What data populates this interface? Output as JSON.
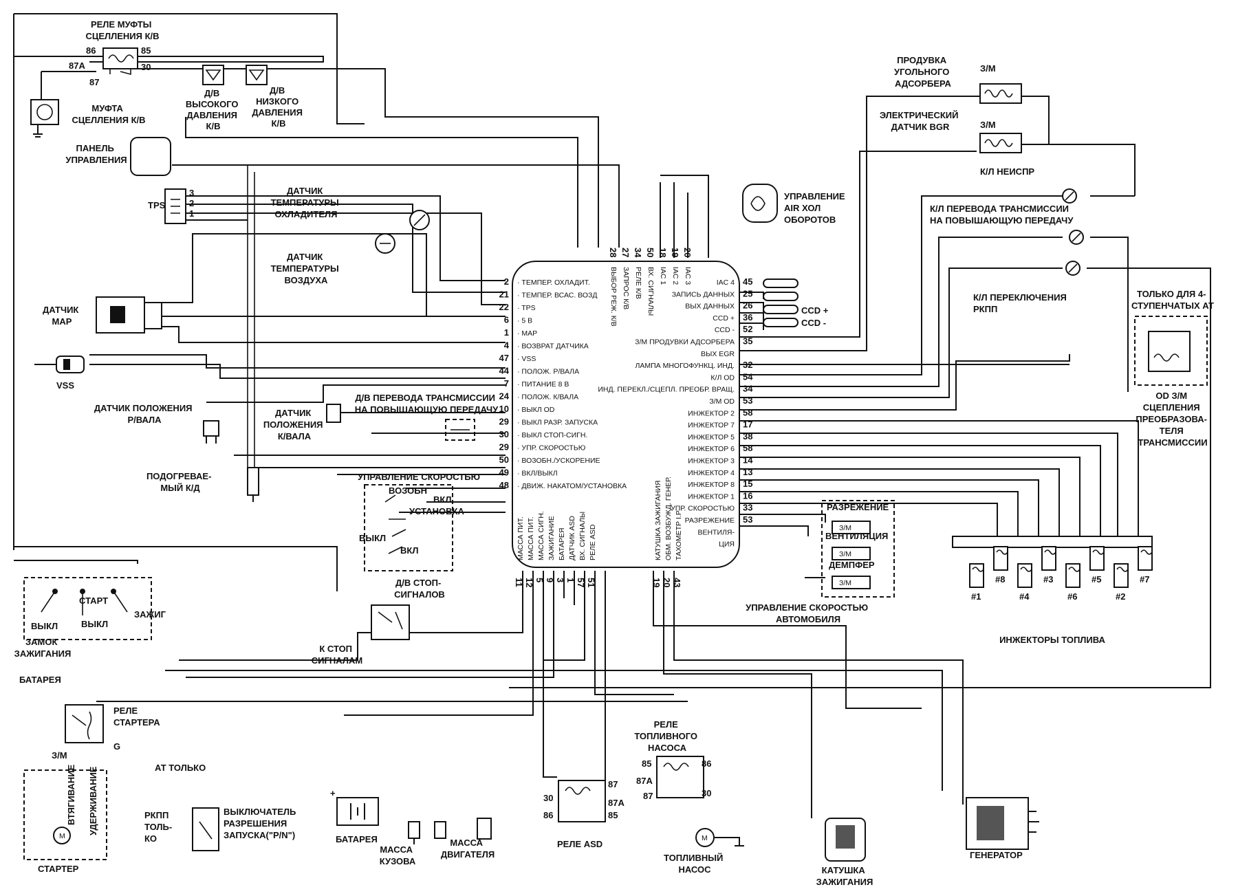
{
  "labels": {
    "rele_mufty": [
      "РЕЛЕ МУФТЫ",
      "СЦЕЛЛЕНИЯ К/В"
    ],
    "mufta": [
      "МУФТА",
      "СЦЕЛЛЕНИЯ К/В"
    ],
    "dv_high": [
      "Д/В",
      "ВЫСОКОГО",
      "ДАВЛЕНИЯ",
      "К/В"
    ],
    "dv_low": [
      "Д/В",
      "НИЗКОГО",
      "ДАВЛЕНИЯ",
      "К/В"
    ],
    "panel": [
      "ПАНЕЛЬ",
      "УПРАВЛЕНИЯ"
    ],
    "tps": "TPS",
    "coolant": [
      "ДАТЧИК",
      "ТЕМПЕРАТУРЫ",
      "ОХЛАДИТЕЛЯ"
    ],
    "air_temp": [
      "ДАТЧИК",
      "ТЕМПЕРАТУРЫ",
      "ВОЗДУХА"
    ],
    "map": [
      "ДАТЧИК",
      "МАР"
    ],
    "vss": "VSS",
    "crank_pos": [
      "ДАТЧИК ПОЛОЖЕНИЯ",
      "Р/ВАЛА"
    ],
    "cam_pos": [
      "ДАТЧИК",
      "ПОЛОЖЕНИЯ",
      "К/ВАЛА"
    ],
    "dv_trans": [
      "Д/В ПЕРЕВОДА ТРАНСМИССИИ",
      "НА ПОВЫШАЮЩУЮ ПЕРЕДАЧУ"
    ],
    "o2": [
      "ПОДОГРЕВАЕ-",
      "МЫЙ К/Д"
    ],
    "speed_ctrl": "УПРАВЛЕНИЕ СКОРОСТЬЮ",
    "vozobn": "ВОЗОБН",
    "vkl": "ВКЛ",
    "ustanovka": "УСТАНОВКА",
    "vykl": "ВЫКЛ",
    "dv_stop": [
      "Д/В СТОП-",
      "СИГНАЛОВ"
    ],
    "k_stop": [
      "К СТОП",
      "СИГНАЛАМ"
    ],
    "zamok": [
      "ЗАМОК",
      "ЗАЖИГАНИЯ"
    ],
    "start": "СТАРТ",
    "zazhig": "ЗАЖИГ",
    "batareya_top": "БАТАРЕЯ",
    "rele_startera": [
      "РЕЛЕ",
      "СТАРТЕРА"
    ],
    "g": "G",
    "zm": "З/М",
    "vtyag": "ВТЯГИВАНИЕ",
    "uderzh": "УДЕРЖИВАНИЕ",
    "starter": "СТАРТЕР",
    "at_only": "АТ ТОЛЬКО",
    "rkpp_only": [
      "РКПП",
      "ТОЛЬ-",
      "КО"
    ],
    "vykl_razr": [
      "ВЫКЛЮЧАТЕЛЬ",
      "РАЗРЕШЕНИЯ",
      "ЗАПУСКА(\"P/N\")"
    ],
    "batareya_bot": "БАТАРЕЯ",
    "massa_kuzova": [
      "МАССА",
      "КУЗОВА"
    ],
    "massa_dvig": [
      "МАССА",
      "ДВИГАТЕЛЯ"
    ],
    "rele_asd": "РЕЛЕ ASD",
    "rele_tn": [
      "РЕЛЕ",
      "ТОПЛИВНОГО",
      "НАСОСА"
    ],
    "top_nasos": [
      "ТОПЛИВНЫЙ",
      "НАСОС"
    ],
    "katushka": [
      "КАТУШКА",
      "ЗАЖИГАНИЯ"
    ],
    "generator": "ГЕНЕРАТОР",
    "produvka": [
      "ПРОДУВКА",
      "УГОЛЬНОГО",
      "АДСОРБЕРА"
    ],
    "el_datchik": [
      "ЭЛЕКТРИЧЕСКИЙ",
      "ДАТЧИК BGR"
    ],
    "kl_neispr": "К/Л НЕИСПР",
    "air_ctrl": [
      "УПРАВЛЕНИЕ",
      "AIR ХОЛ",
      "ОБОРОТОВ"
    ],
    "kl_perevoda": [
      "К/Л ПЕРЕВОДА ТРАНСМИССИИ",
      "НА ПОВЫШАЮЩУЮ ПЕРЕДАЧУ"
    ],
    "kl_perekl": [
      "К/Л ПЕРЕКЛЮЧЕНИЯ",
      "РКПП"
    ],
    "only4": [
      "ТОЛЬКО ДЛЯ 4-",
      "СТУПЕНЧАТЫХ АТ"
    ],
    "od_zm": [
      "OD З/М",
      "СЦЕПЛЕНИЯ",
      "ПРЕОБРАЗОВА-",
      "ТЕЛЯ",
      "ТРАНСМИССИИ"
    ],
    "razr": "РАЗРЕЖЕНИЕ",
    "vent": "ВЕНТИЛЯЦИЯ",
    "dempfer": "ДЕМПФЕР",
    "speed_auto": [
      "УПРАВЛЕНИЕ СКОРОСТЬЮ",
      "АВТОМОБИЛЯ"
    ],
    "injectors": "ИНЖЕКТОРЫ ТОПЛИВА",
    "ccd_plus": "CCD +",
    "ccd_minus": "CCD -",
    "relay_pins": {
      "r86": "86",
      "r85": "85",
      "r87a": "87A",
      "r87": "87",
      "r30": "30"
    },
    "inj_nums": [
      "#1",
      "#8",
      "#4",
      "#3",
      "#6",
      "#5",
      "#2",
      "#7"
    ]
  },
  "ecu_left": [
    {
      "pin": "2",
      "text": "ТЕМПЕР. ОХЛАДИТ."
    },
    {
      "pin": "21",
      "text": "ТЕМПЕР. ВСАС. ВОЗД"
    },
    {
      "pin": "22",
      "text": "TPS"
    },
    {
      "pin": "6",
      "text": "5 В"
    },
    {
      "pin": "1",
      "text": "MAP"
    },
    {
      "pin": "4",
      "text": "ВОЗВРАТ ДАТЧИКА"
    },
    {
      "pin": "47",
      "text": "VSS"
    },
    {
      "pin": "44",
      "text": "ПОЛОЖ. Р/ВАЛА"
    },
    {
      "pin": "7",
      "text": "ПИТАНИЕ 8 В"
    },
    {
      "pin": "24",
      "text": "ПОЛОЖ. К/ВАЛА"
    },
    {
      "pin": "10",
      "text": "ВЫКЛ OD"
    },
    {
      "pin": "29",
      "text": "ВЫКЛ РАЗР. ЗАПУСКА"
    },
    {
      "pin": "30",
      "text": "ВЫКЛ СТОП-СИГН."
    },
    {
      "pin": "29",
      "text": "УПР. СКОРОСТЬЮ"
    },
    {
      "pin": "50",
      "text": "ВОЗОБН./УСКОРЕНИЕ"
    },
    {
      "pin": "49",
      "text": "ВКЛ/ВЫКЛ"
    },
    {
      "pin": "48",
      "text": "ДВИЖ. НАКАТОМ/УСТАНОВКА"
    }
  ],
  "ecu_right": [
    {
      "pin": "45",
      "text": "IAC 4"
    },
    {
      "pin": "25",
      "text": "ЗАПИСЬ ДАННЫХ"
    },
    {
      "pin": "26",
      "text": "ВЫХ ДАННЫХ"
    },
    {
      "pin": "36",
      "text": "CCD +"
    },
    {
      "pin": "52",
      "text": "CCD -"
    },
    {
      "pin": "35",
      "text": "З/М ПРОДУВКИ АДСОРБЕРА"
    },
    {
      "pin": "",
      "text": "ВЫХ EGR"
    },
    {
      "pin": "32",
      "text": "ЛАМПА МНОГОФУНКЦ. ИНД."
    },
    {
      "pin": "54",
      "text": "К/Л OD"
    },
    {
      "pin": "34",
      "text": "ИНД. ПЕРЕКЛ./СЦЕПЛ. ПРЕОБР. ВРАЩ."
    },
    {
      "pin": "53",
      "text": "З/М OD"
    },
    {
      "pin": "58",
      "text": "ИНЖЕКТОР 2"
    },
    {
      "pin": "17",
      "text": "ИНЖЕКТОР 7"
    },
    {
      "pin": "38",
      "text": "ИНЖЕКТОР 5"
    },
    {
      "pin": "58",
      "text": "ИНЖЕКТОР 6"
    },
    {
      "pin": "14",
      "text": "ИНЖЕКТОР 3"
    },
    {
      "pin": "13",
      "text": "ИНЖЕКТОР 4"
    },
    {
      "pin": "15",
      "text": "ИНЖЕКТОР 8"
    },
    {
      "pin": "16",
      "text": "ИНЖЕКТОР 1"
    },
    {
      "pin": "33",
      "text": "УПР. СКОРОСТЬЮ"
    },
    {
      "pin": "53",
      "text": "РАЗРЕЖЕНИЕ"
    },
    {
      "pin": "",
      "text": "ВЕНТИЛЯ-"
    },
    {
      "pin": "",
      "text": "ЦИЯ"
    }
  ],
  "ecu_top": [
    {
      "pin": "28",
      "text": "ВЫБОР РЕЖ. К/В"
    },
    {
      "pin": "27",
      "text": "ЗАПРОС К/В"
    },
    {
      "pin": "34",
      "text": "РЕЛЕ К/В"
    },
    {
      "pin": "50",
      "text": "ВХ. СИГНАЛЫ"
    },
    {
      "pin": "18",
      "text": "IAC 1"
    },
    {
      "pin": "19",
      "text": "IAC 2"
    },
    {
      "pin": "20",
      "text": "IAC 3"
    }
  ],
  "ecu_bottom": [
    {
      "pin": "11",
      "text": "МАССА ПИТ."
    },
    {
      "pin": "12",
      "text": "МАССА ПИТ."
    },
    {
      "pin": "5",
      "text": "МАССА СИГН."
    },
    {
      "pin": "9",
      "text": "ЗАЖИГАНИЕ"
    },
    {
      "pin": "3",
      "text": "БАТАРЕЯ"
    },
    {
      "pin": "1",
      "text": "ДАТЧИК ASD"
    },
    {
      "pin": "57",
      "text": "ВХ. СИГНАЛЫ"
    },
    {
      "pin": "51",
      "text": "РЕЛЕ ASD"
    },
    {
      "pin": "19",
      "text": "КАТУШКА ЗАЖИГАНИЯ"
    },
    {
      "pin": "20",
      "text": "ОБМ. ВОЗБУЖД. ГЕНЕР."
    },
    {
      "pin": "43",
      "text": "ТАХОМЕТР I.P"
    }
  ]
}
